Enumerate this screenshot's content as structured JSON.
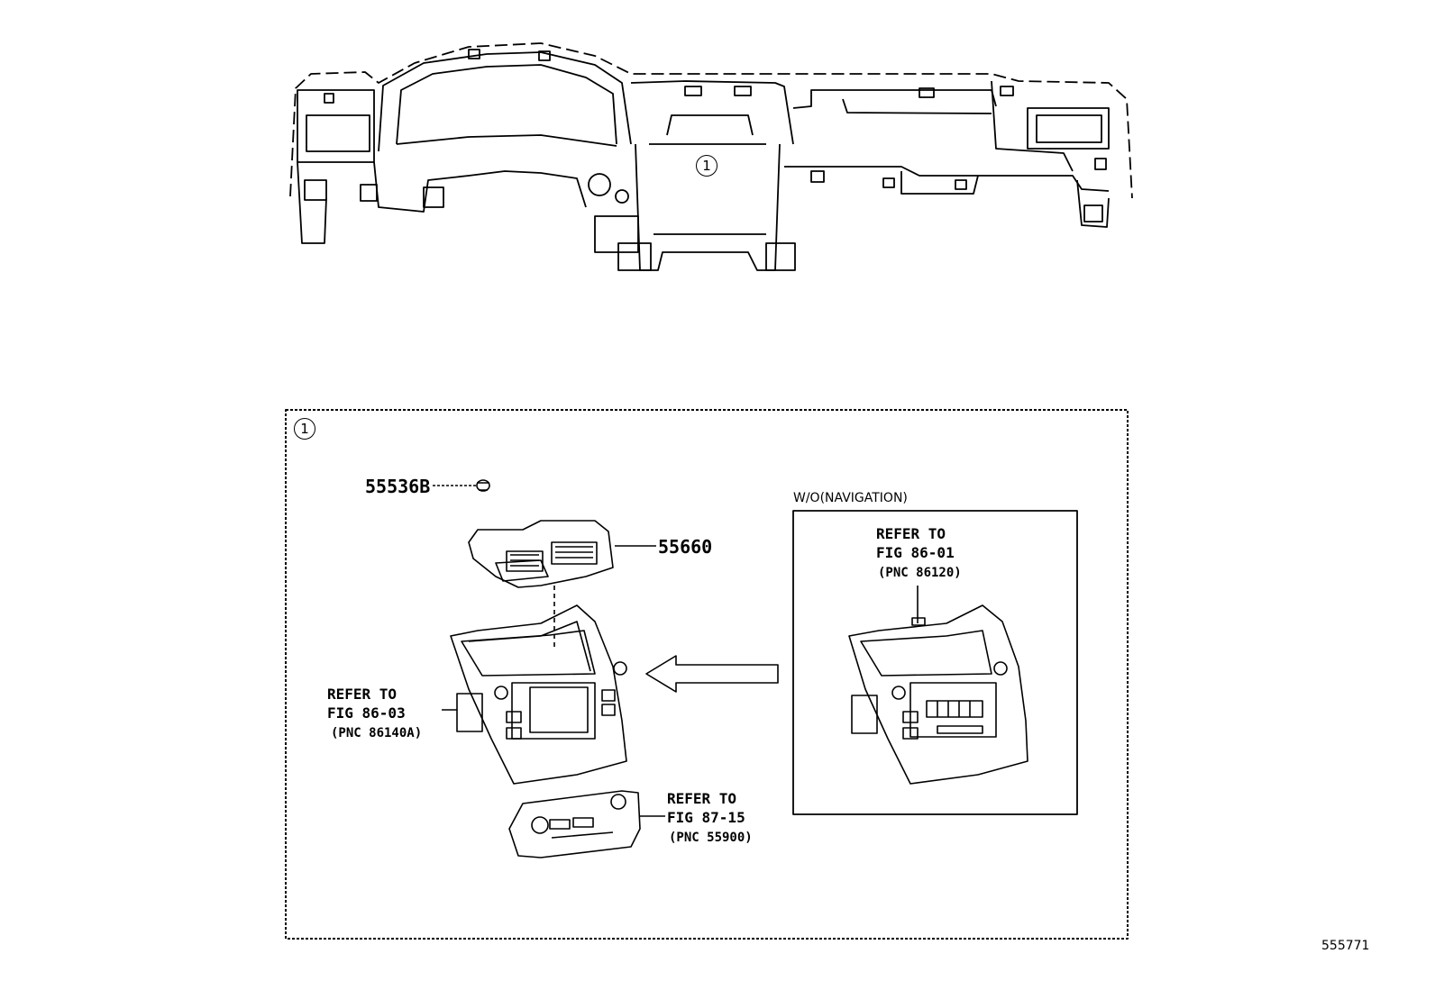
{
  "callouts": {
    "main": "1",
    "detail": "1"
  },
  "parts": {
    "grommet": "55536B",
    "vent": "55660"
  },
  "refs": {
    "audio": {
      "line1": "REFER TO",
      "line2": "FIG 86-03",
      "line3": "(PNC 86140A)"
    },
    "climate": {
      "line1": "REFER TO",
      "line2": "FIG 87-15",
      "line3": "(PNC 55900)"
    },
    "alt": {
      "line1": "REFER TO",
      "line2": "FIG 86-01",
      "line3": "(PNC 86120)"
    }
  },
  "variant_label": "W/O(NAVIGATION)",
  "diagram_id": "555771"
}
